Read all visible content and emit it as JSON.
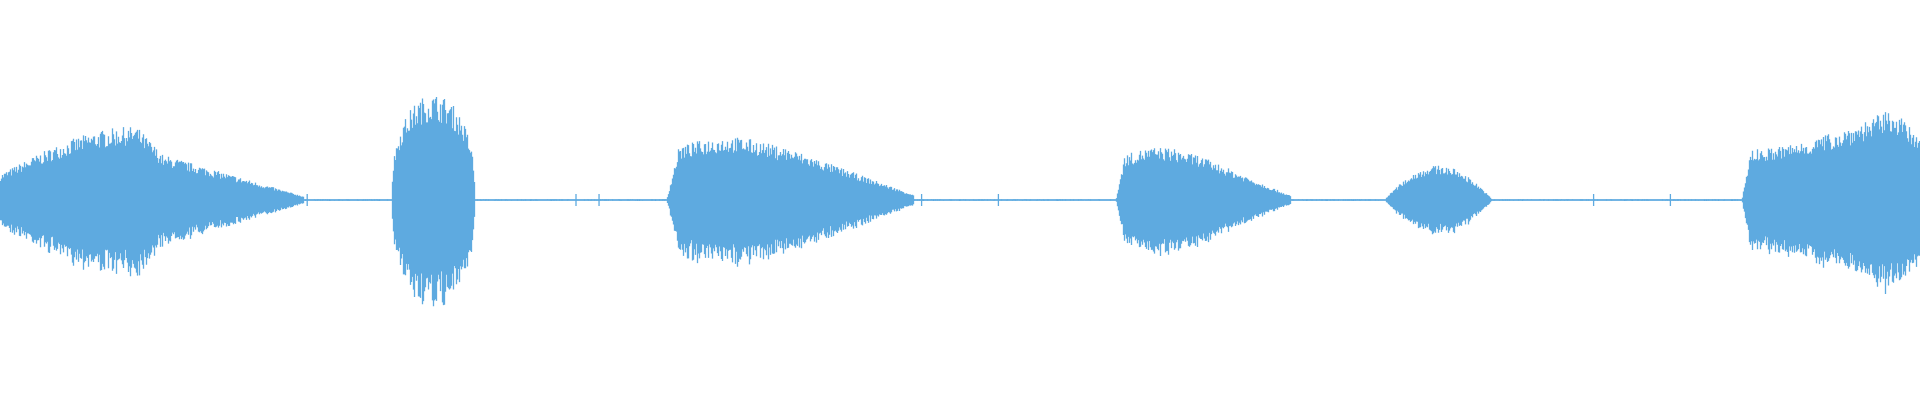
{
  "colors": {
    "background": "#ffffff",
    "waveform": "#5eaae0"
  },
  "waveform": {
    "description_icon": "audio-waveform",
    "segments": [
      {
        "start": 0.0,
        "end": 0.158,
        "peak": 0.64,
        "shape": "swell-decay"
      },
      {
        "start": 0.204,
        "end": 0.247,
        "peak": 0.92,
        "shape": "burst"
      },
      {
        "start": 0.347,
        "end": 0.476,
        "peak": 0.55,
        "shape": "decay"
      },
      {
        "start": 0.581,
        "end": 0.672,
        "peak": 0.46,
        "shape": "decay"
      },
      {
        "start": 0.721,
        "end": 0.777,
        "peak": 0.3,
        "shape": "swell"
      },
      {
        "start": 0.907,
        "end": 1.0,
        "peak": 0.8,
        "shape": "crescendo"
      }
    ]
  }
}
